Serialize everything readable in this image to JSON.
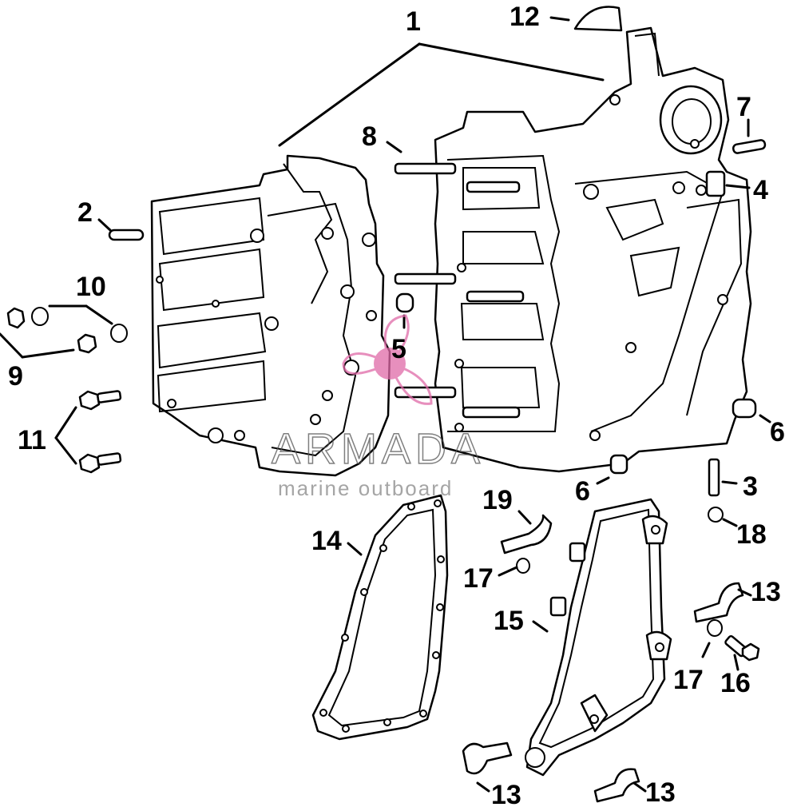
{
  "callouts": [
    {
      "id": "1",
      "text": "1"
    },
    {
      "id": "2",
      "text": "2"
    },
    {
      "id": "3",
      "text": "3"
    },
    {
      "id": "4",
      "text": "4"
    },
    {
      "id": "5",
      "text": "5"
    },
    {
      "id": "6a",
      "text": "6"
    },
    {
      "id": "6b",
      "text": "6"
    },
    {
      "id": "7",
      "text": "7"
    },
    {
      "id": "8",
      "text": "8"
    },
    {
      "id": "9",
      "text": "9"
    },
    {
      "id": "10",
      "text": "10"
    },
    {
      "id": "11",
      "text": "11"
    },
    {
      "id": "12",
      "text": "12"
    },
    {
      "id": "13a",
      "text": "13"
    },
    {
      "id": "13b",
      "text": "13"
    },
    {
      "id": "13c",
      "text": "13"
    },
    {
      "id": "14",
      "text": "14"
    },
    {
      "id": "15",
      "text": "15"
    },
    {
      "id": "16",
      "text": "16"
    },
    {
      "id": "17a",
      "text": "17"
    },
    {
      "id": "17b",
      "text": "17"
    },
    {
      "id": "18",
      "text": "18"
    },
    {
      "id": "19",
      "text": "19"
    }
  ],
  "watermark": {
    "brand": "ARMADA",
    "tagline": "marine outboard",
    "logo_color": "#e06aa8"
  }
}
